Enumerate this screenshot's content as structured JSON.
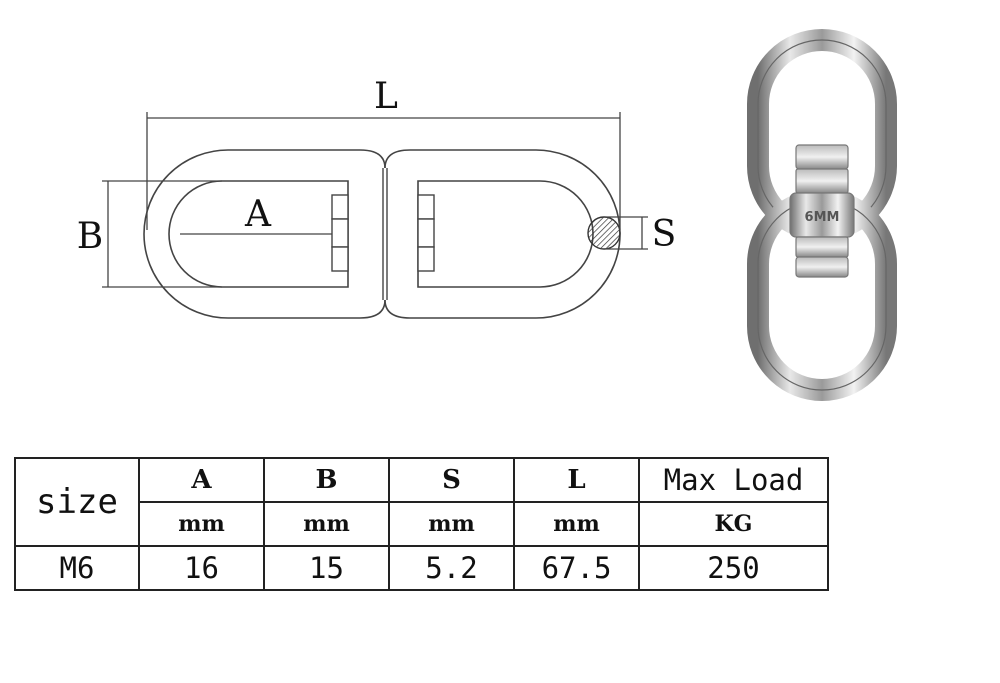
{
  "diagram": {
    "labels": {
      "L": "L",
      "A": "A",
      "B": "B",
      "S": "S"
    },
    "swivel_marking": "6MM"
  },
  "table": {
    "size_label": "size",
    "columns": [
      {
        "name": "A",
        "unit": "mm"
      },
      {
        "name": "B",
        "unit": "mm"
      },
      {
        "name": "S",
        "unit": "mm"
      },
      {
        "name": "L",
        "unit": "mm"
      },
      {
        "name": "Max Load",
        "unit": "KG"
      }
    ],
    "rows": [
      {
        "size": "M6",
        "values": [
          "16",
          "15",
          "5.2",
          "67.5",
          "250"
        ]
      }
    ]
  }
}
